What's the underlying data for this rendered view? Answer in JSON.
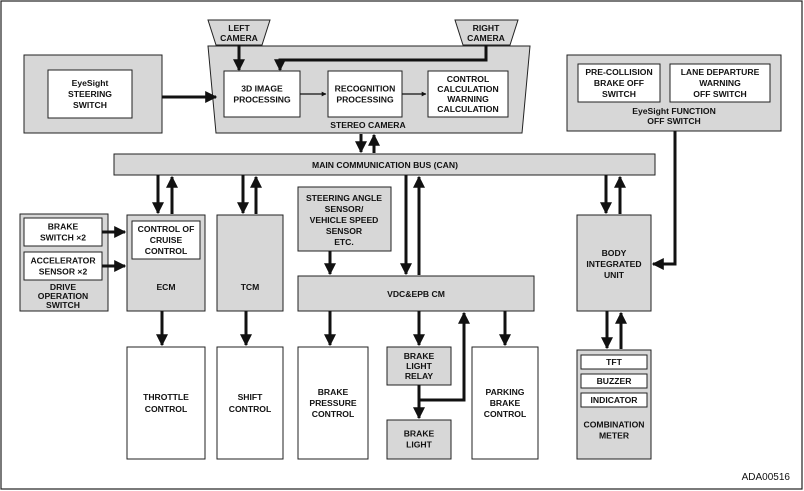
{
  "labels": {
    "left_camera": [
      "LEFT",
      "CAMERA"
    ],
    "right_camera": [
      "RIGHT",
      "CAMERA"
    ],
    "eyesight_steering_switch": [
      "EyeSight",
      "STEERING",
      "SWITCH"
    ],
    "image_processing": [
      "3D IMAGE",
      "PROCESSING"
    ],
    "recognition_processing": [
      "RECOGNITION",
      "PROCESSING"
    ],
    "control_warning_calc": [
      "CONTROL",
      "CALCULATION",
      "WARNING",
      "CALCULATION"
    ],
    "stereo_camera": "STEREO CAMERA",
    "pre_collision_switch": [
      "PRE-COLLISION",
      "BRAKE OFF",
      "SWITCH"
    ],
    "lane_departure_switch": [
      "LANE DEPARTURE",
      "WARNING",
      "OFF SWITCH"
    ],
    "eyesight_function_off": [
      "EyeSight FUNCTION",
      "OFF SWITCH"
    ],
    "main_bus": "MAIN COMMUNICATION BUS (CAN)",
    "brake_switch": [
      "BRAKE",
      "SWITCH ×2"
    ],
    "accelerator_sensor": [
      "ACCELERATOR",
      "SENSOR ×2"
    ],
    "drive_operation_switch": [
      "DRIVE",
      "OPERATION",
      "SWITCH"
    ],
    "cruise_control": [
      "CONTROL OF",
      "CRUISE",
      "CONTROL"
    ],
    "ecm": "ECM",
    "tcm": "TCM",
    "sensors": [
      "STEERING ANGLE",
      "SENSOR/",
      "VEHICLE SPEED",
      "SENSOR",
      "ETC."
    ],
    "vdc_epb": "VDC&EPB CM",
    "body_integrated_unit": [
      "BODY",
      "INTEGRATED",
      "UNIT"
    ],
    "throttle_control": [
      "THROTTLE",
      "CONTROL"
    ],
    "shift_control": [
      "SHIFT",
      "CONTROL"
    ],
    "brake_pressure_control": [
      "BRAKE",
      "PRESSURE",
      "CONTROL"
    ],
    "brake_light_relay": [
      "BRAKE",
      "LIGHT",
      "RELAY"
    ],
    "brake_light": [
      "BRAKE",
      "LIGHT"
    ],
    "parking_brake_control": [
      "PARKING",
      "BRAKE",
      "CONTROL"
    ],
    "tft": "TFT",
    "buzzer": "BUZZER",
    "indicator": "INDICATOR",
    "combination_meter": [
      "COMBINATION",
      "METER"
    ]
  },
  "figure_code": "ADA00516"
}
